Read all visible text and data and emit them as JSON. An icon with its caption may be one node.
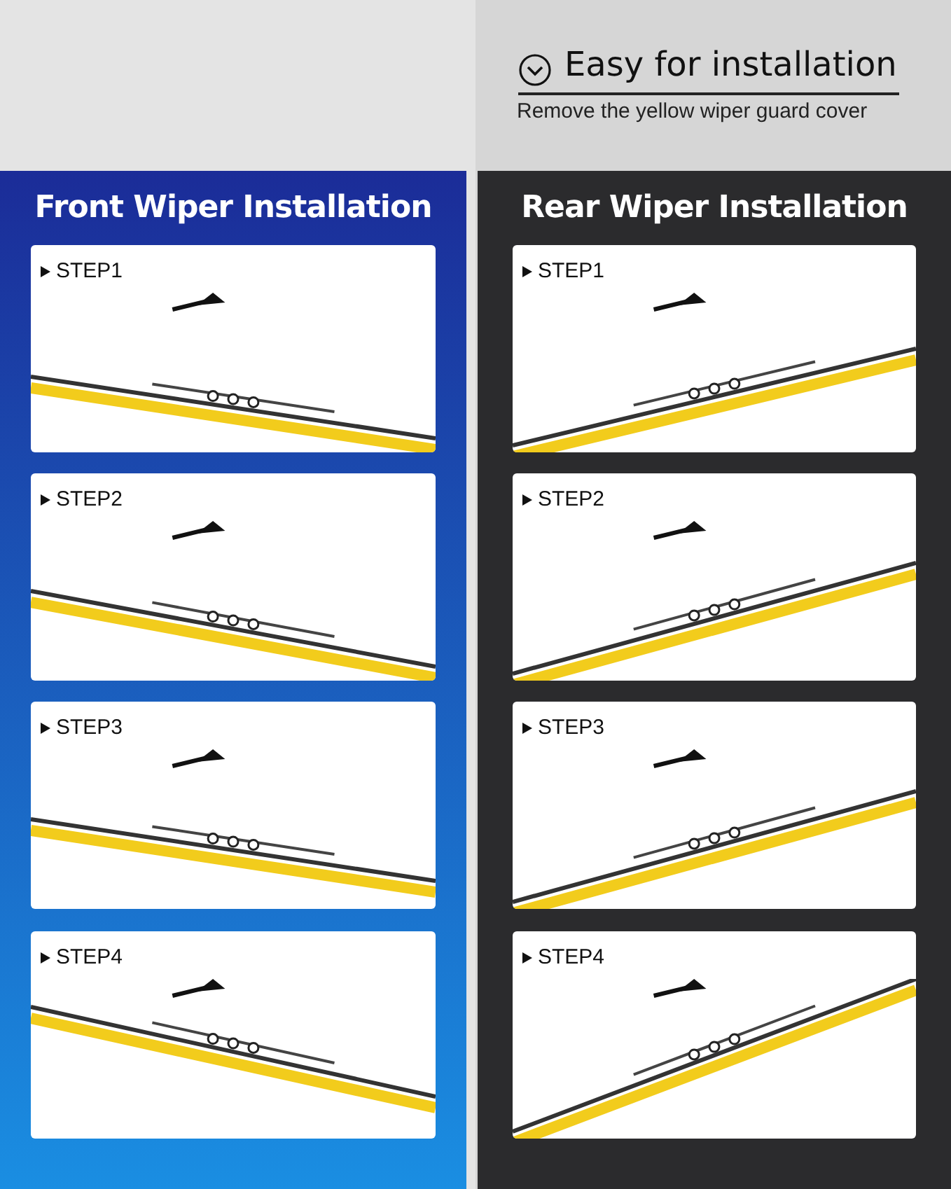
{
  "diagram": {
    "title": "Easy for installation",
    "nodes": [
      {
        "text": [
          "Front Wiper Installation"
        ]
      },
      {
        "text": [
          "STEP1"
        ],
        "in": 0
      },
      {
        "text": [
          "STEP2"
        ],
        "in": 0
      },
      {
        "text": [
          "STEP3"
        ],
        "in": 0
      },
      {
        "text": [
          "STEP4"
        ],
        "in": 0
      },
      {
        "text": [
          "Rear Wiper Installation"
        ]
      },
      {
        "text": [
          "STEP1"
        ],
        "in": 5
      },
      {
        "text": [
          "STEP2"
        ],
        "in": 5
      },
      {
        "text": [
          "STEP3"
        ],
        "in": 5
      },
      {
        "text": [
          "STEP4"
        ],
        "in": 5
      }
    ],
    "labels": [
      "Remove the yellow wiper guard cover"
    ]
  }
}
